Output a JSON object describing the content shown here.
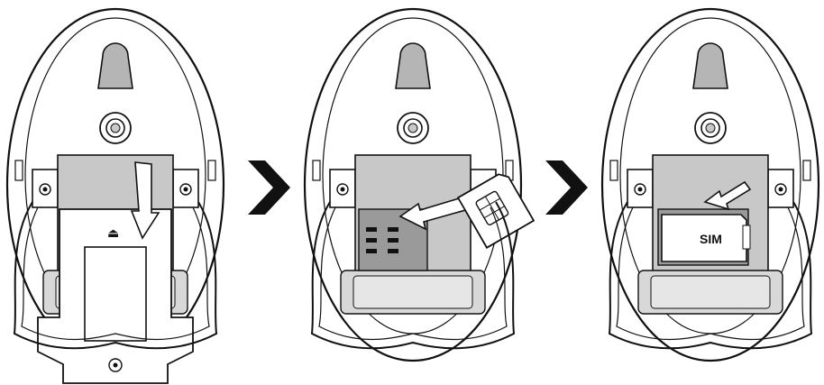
{
  "steps": [
    {
      "id": "step-1",
      "action": "slide-cover-down"
    },
    {
      "id": "step-2",
      "action": "insert-sim-card"
    },
    {
      "id": "step-3",
      "action": "sim-installed",
      "sim_label": "SIM"
    }
  ],
  "icons": {
    "eject": "⏏",
    "next": "chevron-right-icon"
  },
  "colors": {
    "outline": "#111111",
    "fill_light": "#ffffff",
    "fill_mid": "#c8c8c8",
    "fill_dark": "#9a9a9a",
    "fill_keyhole": "#b5b5b5"
  }
}
